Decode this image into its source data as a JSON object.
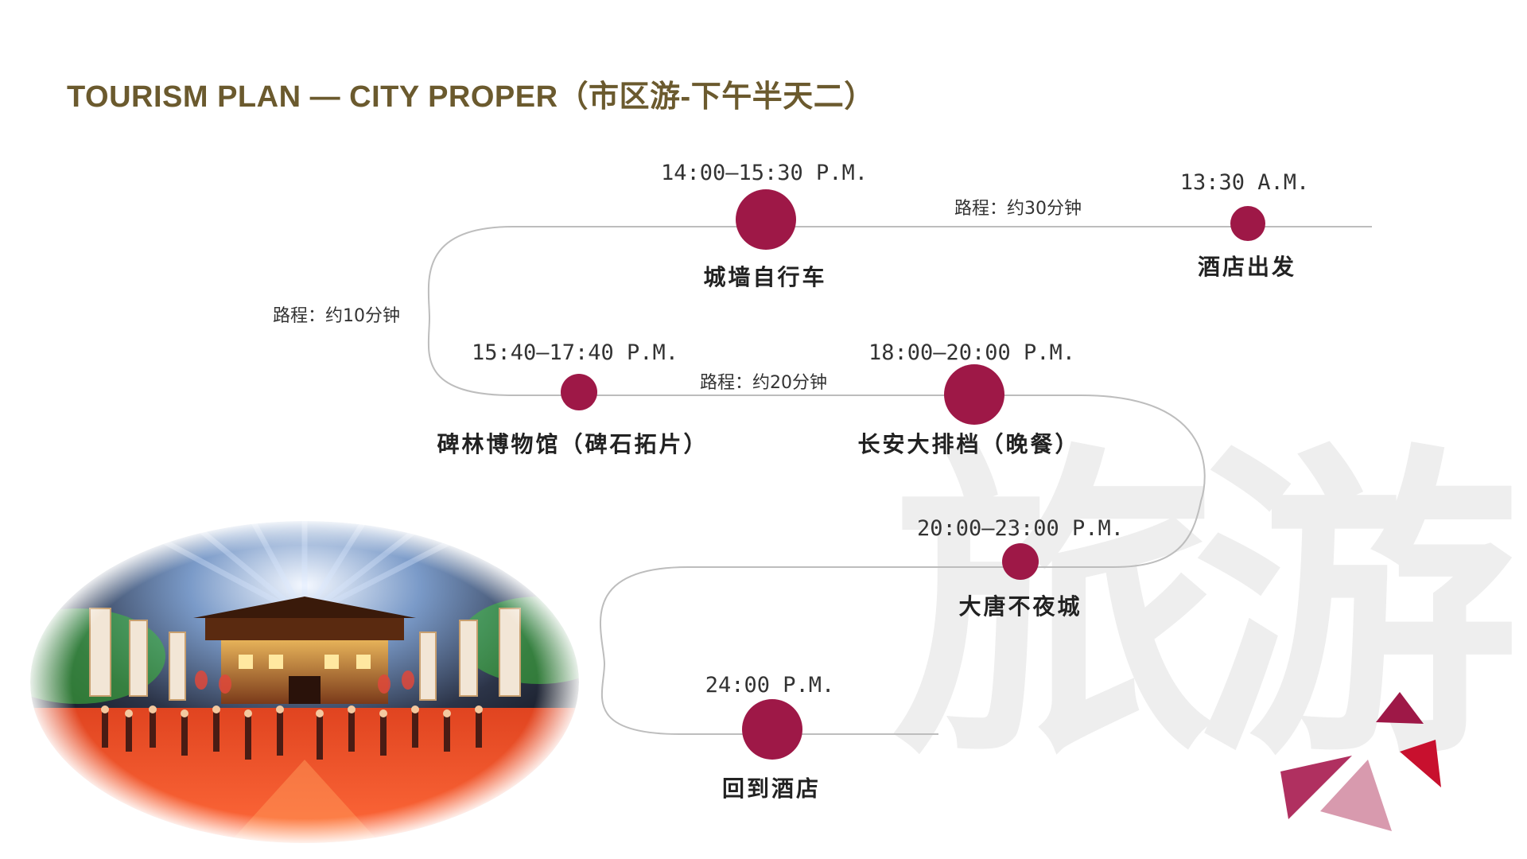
{
  "title": "TOURISM PLAN  — CITY PROPER（市区游-下午半天二）",
  "watermark": "旅游",
  "colors": {
    "title": "#6b5a2e",
    "dot": "#9e1847",
    "route_line": "#bdbdbd"
  },
  "stops": [
    {
      "time": "13:30 A.M.",
      "place": "酒店出发"
    },
    {
      "time": "14:00—15:30 P.M.",
      "place": "城墙自行车"
    },
    {
      "time": "15:40—17:40 P.M.",
      "place": "碑林博物馆（碑石拓片）"
    },
    {
      "time": "18:00—20:00 P.M.",
      "place": "长安大排档（晚餐）"
    },
    {
      "time": "20:00—23:00 P.M.",
      "place": "大唐不夜城"
    },
    {
      "time": "24:00 P.M.",
      "place": "回到酒店"
    }
  ],
  "distances": [
    "路程：约30分钟",
    "路程：约10分钟",
    "路程：约20分钟"
  ],
  "photo": {
    "icon": "night-city-gate-photo"
  }
}
